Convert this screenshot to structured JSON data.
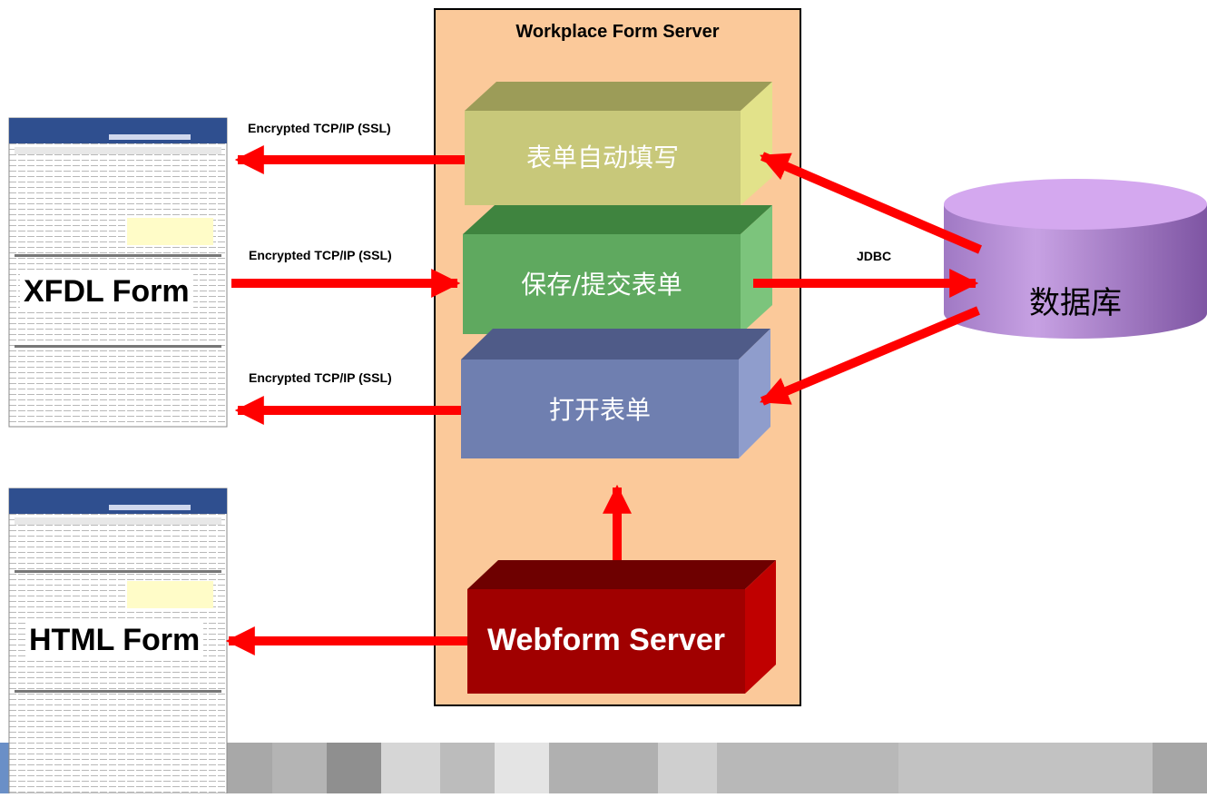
{
  "server": {
    "title": "Workplace Form Server"
  },
  "blocks": {
    "autofill": {
      "label": "表单自动填写",
      "color": "#c8c87a"
    },
    "save": {
      "label": "保存/提交表单",
      "color": "#5fa95f"
    },
    "open": {
      "label": "打开表单",
      "color": "#6f7fb0"
    },
    "webform": {
      "label": "Webform Server",
      "color": "#a00000"
    }
  },
  "database": {
    "label": "数据库",
    "color": "#b98fd6"
  },
  "forms": {
    "xfdl": {
      "label": "XFDL Form"
    },
    "html": {
      "label": "HTML Form"
    }
  },
  "edges": {
    "top": "Encrypted TCP/IP (SSL)",
    "mid": "Encrypted TCP/IP (SSL)",
    "low": "Encrypted TCP/IP (SSL)",
    "jdbc": "JDBC"
  },
  "colors": {
    "server_bg": "#fbc99a",
    "arrow": "#ff0000"
  }
}
